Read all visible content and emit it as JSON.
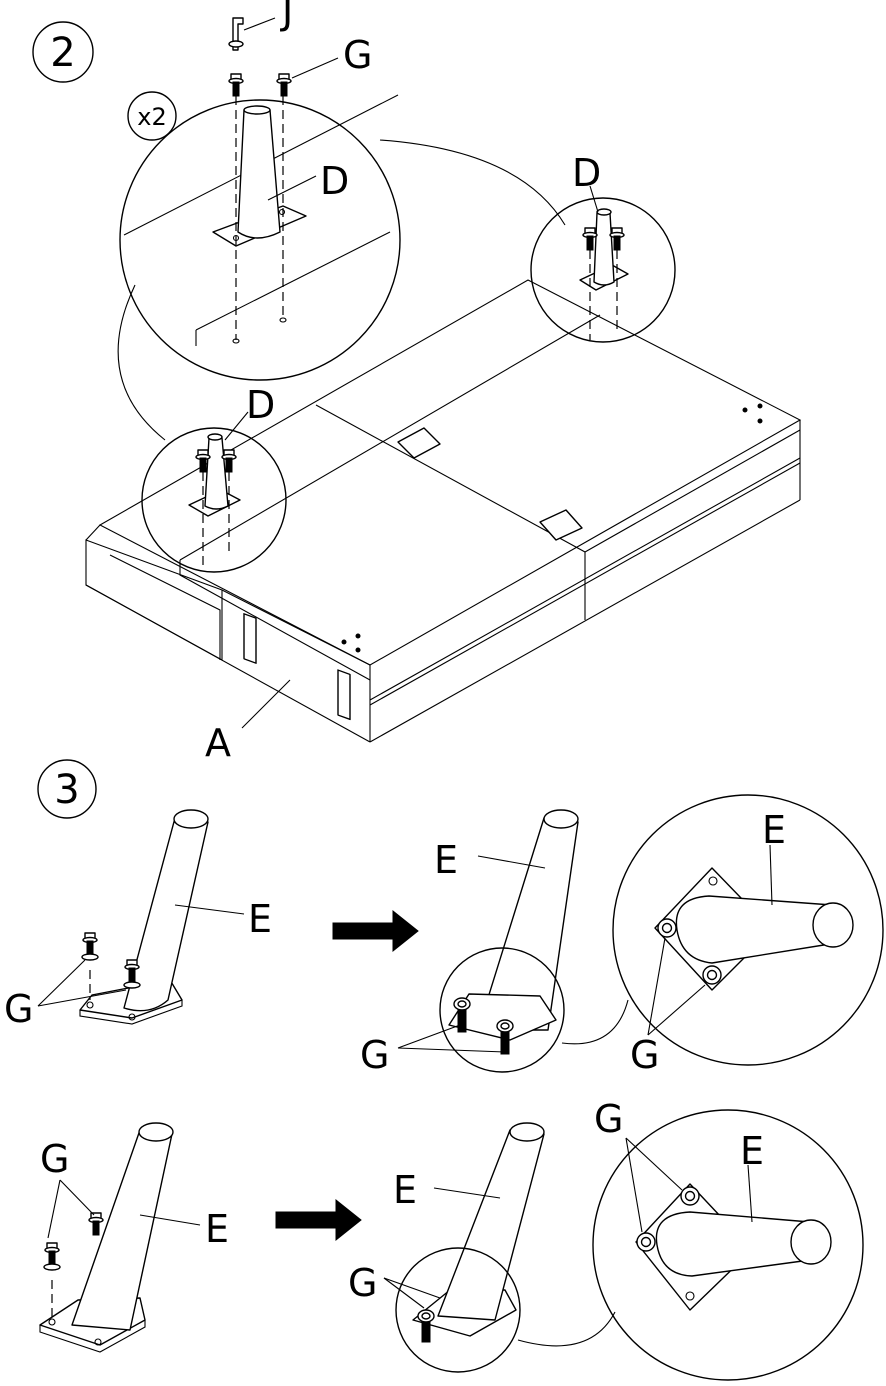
{
  "steps": [
    {
      "number": "2",
      "quantity": "x2"
    },
    {
      "number": "3"
    }
  ],
  "parts": {
    "A": "A",
    "D": "D",
    "E": "E",
    "G": "G",
    "J": "J"
  },
  "icons": [
    "arrow-right-icon",
    "allen-key-icon",
    "bolt-washer-icon"
  ]
}
